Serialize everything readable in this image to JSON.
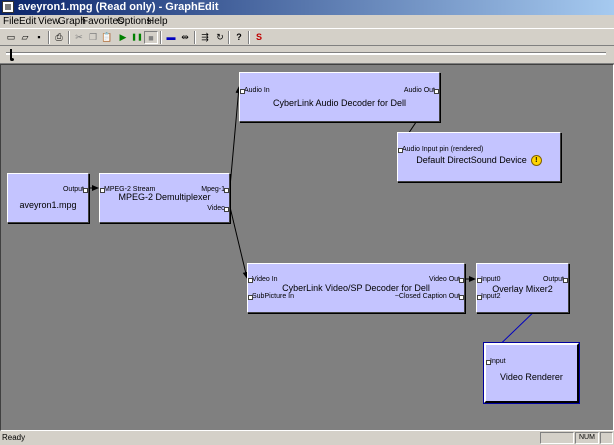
{
  "window": {
    "title": "aveyron1.mpg (Read only) - GraphEdit"
  },
  "menu": [
    "File",
    "Edit",
    "View",
    "Graph",
    "Favorites",
    "Options",
    "Help"
  ],
  "toolbar": [
    {
      "id": "new",
      "icon": "new-file-icon",
      "glyph": "▭"
    },
    {
      "id": "open",
      "icon": "open-folder-icon",
      "glyph": "▱"
    },
    {
      "id": "save",
      "icon": "save-disk-icon",
      "glyph": "▪"
    },
    {
      "id": "print",
      "icon": "printer-icon",
      "glyph": "⎙"
    },
    {
      "id": "cut",
      "icon": "scissors-icon",
      "glyph": "✂"
    },
    {
      "id": "copy",
      "icon": "copy-icon",
      "glyph": "❐"
    },
    {
      "id": "paste",
      "icon": "paste-icon",
      "glyph": "📋"
    },
    {
      "id": "play",
      "icon": "play-icon",
      "glyph": "▶"
    },
    {
      "id": "pause",
      "icon": "pause-icon",
      "glyph": "❚❚"
    },
    {
      "id": "stop",
      "icon": "stop-icon",
      "glyph": "■"
    },
    {
      "id": "seek",
      "icon": "seek-icon",
      "glyph": "▬"
    },
    {
      "id": "connect",
      "icon": "connect-filters-icon",
      "glyph": "⇹"
    },
    {
      "id": "insert",
      "icon": "insert-filter-icon",
      "glyph": "⇶"
    },
    {
      "id": "refresh",
      "icon": "refresh-icon",
      "glyph": "↻"
    },
    {
      "id": "help",
      "icon": "help-icon",
      "glyph": "?"
    },
    {
      "id": "stats",
      "icon": "stats-icon",
      "glyph": "S"
    }
  ],
  "colors": {
    "filter_fill": "#c4c4ff",
    "canvas": "#808080",
    "wire_black": "#000000",
    "wire_blue": "#0000c0",
    "title_start": "#0a246a",
    "title_end": "#a6caf0"
  },
  "filters": {
    "source": {
      "name": "aveyron1.mpg",
      "pins_out": [
        "Output"
      ]
    },
    "demux": {
      "name": "MPEG-2 Demultiplexer",
      "pins_in": [
        "MPEG-2 Stream"
      ],
      "pins_out": [
        "Mpeg-1",
        "Video"
      ]
    },
    "audio_dec": {
      "name": "CyberLink Audio Decoder for Dell",
      "pins_in": [
        "Audio In"
      ],
      "pins_out": [
        "Audio Out"
      ]
    },
    "dsound": {
      "name": "Default DirectSound Device",
      "pins_in": [
        "Audio Input pin (rendered)"
      ]
    },
    "video_dec": {
      "name": "CyberLink Video/SP Decoder for Dell",
      "pins_in": [
        "Video In",
        "SubPicture In"
      ],
      "pins_out": [
        "Video Out",
        "~Closed Caption Out"
      ]
    },
    "overlay": {
      "name": "Overlay Mixer2",
      "pins_in": [
        "Input0",
        "Input2"
      ],
      "pins_out": [
        "Output"
      ]
    },
    "renderer": {
      "name": "Video Renderer",
      "pins_in": [
        "Input"
      ]
    }
  },
  "status": {
    "text": "Ready",
    "indicator": "NUM"
  }
}
